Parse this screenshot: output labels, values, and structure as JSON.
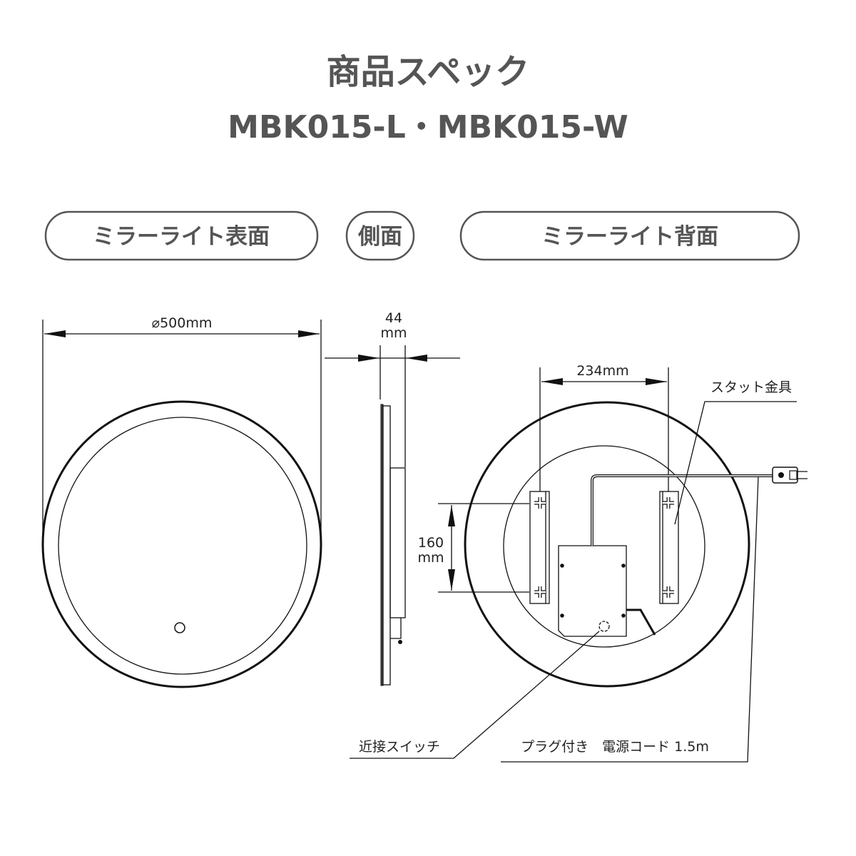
{
  "title": "商品スペック",
  "model": "MBK015-L・MBK015-W",
  "views": {
    "front": "ミラーライト表面",
    "side": "側面",
    "back": "ミラーライト背面"
  },
  "dimensions": {
    "diameter": "⌀500mm",
    "depth_value": "44",
    "depth_unit": "mm",
    "stud_spacing": "234mm",
    "stud_height_value": "160",
    "stud_height_unit": "mm"
  },
  "callouts": {
    "stud_bracket": "スタット金具",
    "proximity_switch": "近接スイッチ",
    "power_cord": "プラグ付き　電源コード 1.5m"
  }
}
